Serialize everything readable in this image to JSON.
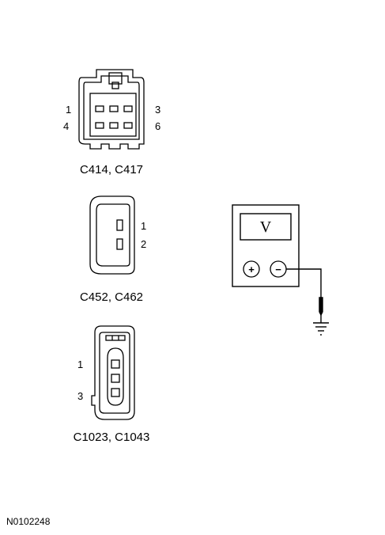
{
  "connectors": {
    "c1": {
      "label": "C414, C417",
      "pins": [
        "1",
        "3",
        "4",
        "6"
      ]
    },
    "c2": {
      "label": "C452, C462",
      "pins": [
        "1",
        "2"
      ]
    },
    "c3": {
      "label": "C1023, C1043",
      "pins": [
        "1",
        "3"
      ]
    }
  },
  "meter": {
    "display": "V",
    "plus": "+",
    "minus": "−"
  },
  "reference_code": "N0102248"
}
